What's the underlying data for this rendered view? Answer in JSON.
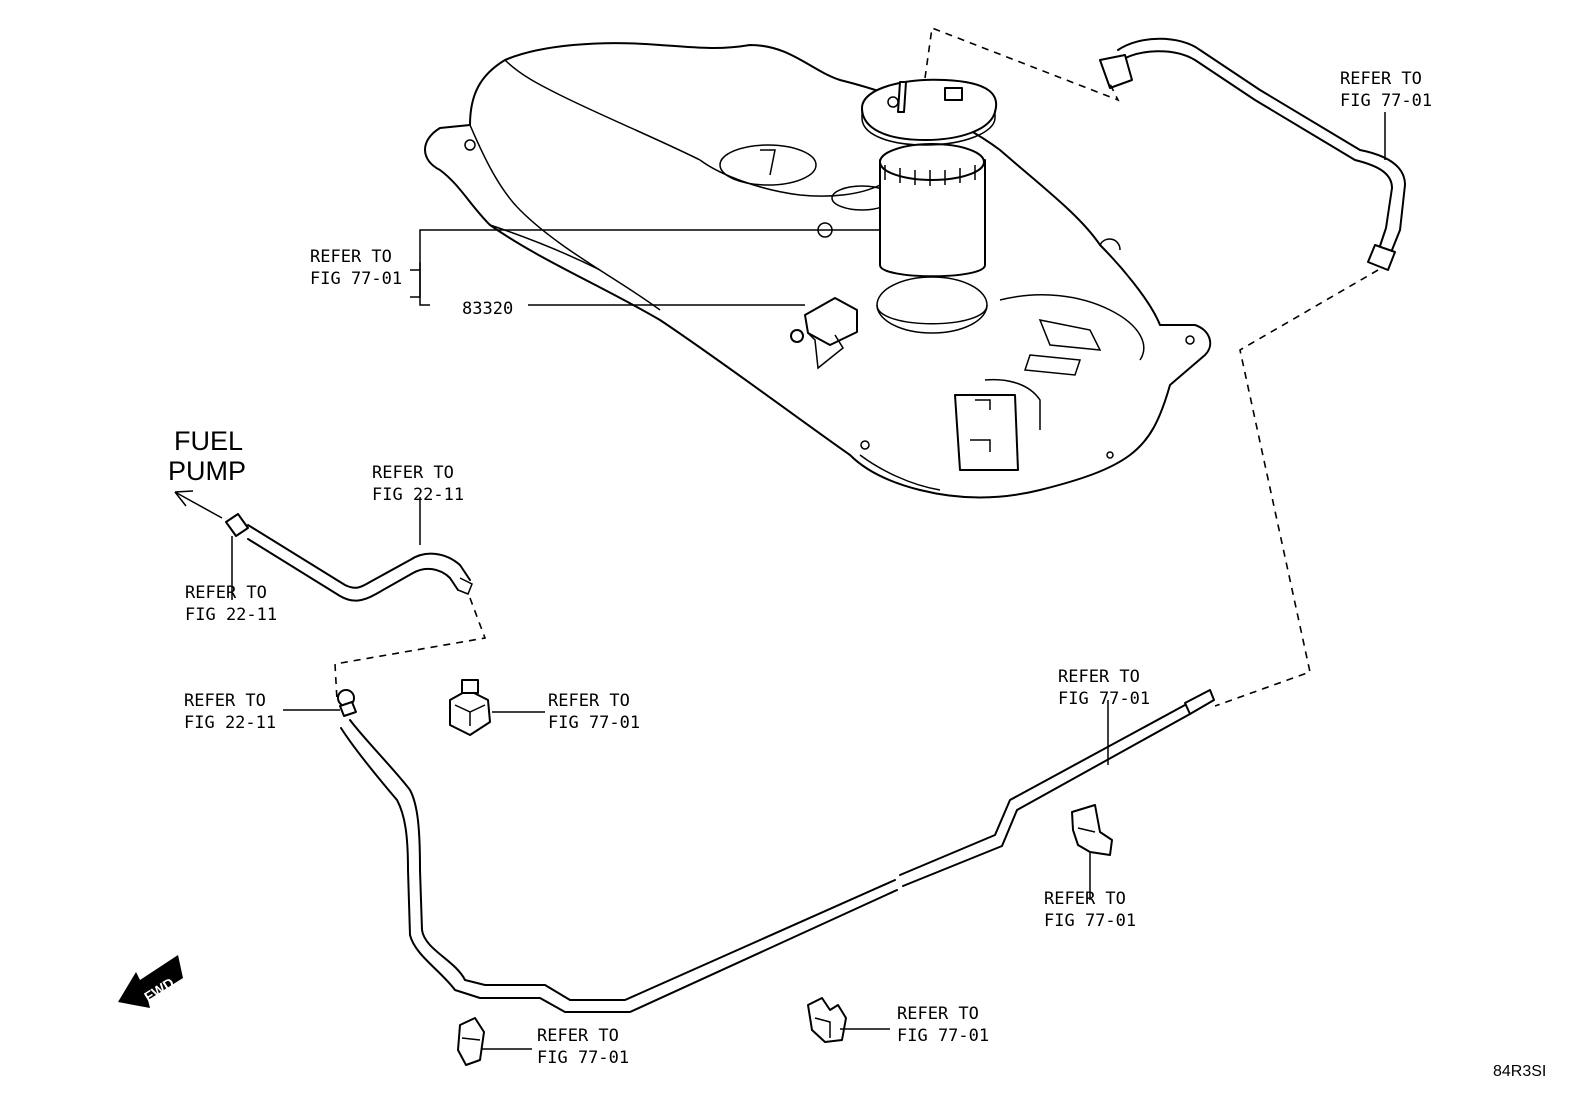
{
  "labels": {
    "fuel_pump_line1": "FUEL",
    "fuel_pump_line2": "PUMP",
    "refer_to": "REFER TO",
    "fig_77_01": "FIG 77-01",
    "fig_22_11": "FIG 22-11",
    "part_83320": "83320",
    "fwd": "FWD",
    "diagram_code": "84R3SI"
  }
}
